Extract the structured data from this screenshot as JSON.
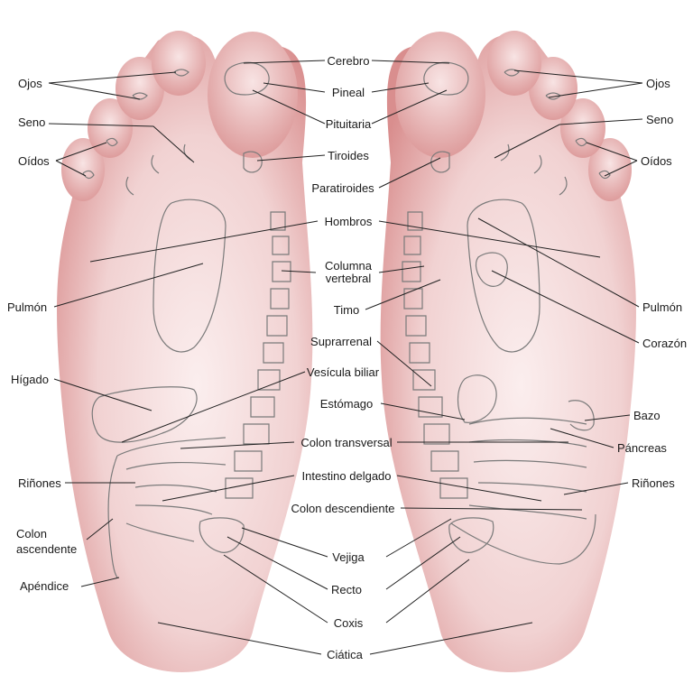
{
  "labels": {
    "cerebro": "Cerebro",
    "pineal": "Pineal",
    "pituitaria": "Pituitaria",
    "tiroides": "Tiroides",
    "paratiroides": "Paratiroides",
    "hombros": "Hombros",
    "columna_1": "Columna",
    "columna_2": "vertebral",
    "timo": "Timo",
    "suprarrenal": "Suprarrenal",
    "vesicula": "Vesícula biliar",
    "estomago": "Estómago",
    "colon_transversal": "Colon transversal",
    "intestino": "Intestino delgado",
    "colon_descendiente": "Colon descendiente",
    "vejiga": "Vejiga",
    "recto": "Recto",
    "coxis": "Coxis",
    "ciatica": "Ciática",
    "ojos_l": "Ojos",
    "seno_l": "Seno",
    "oidos_l": "Oídos",
    "pulmon_l": "Pulmón",
    "higado": "Hígado",
    "rinones_l": "Riñones",
    "colon_asc_1": "Colon",
    "colon_asc_2": "ascendente",
    "apendice": "Apéndice",
    "ojos_r": "Ojos",
    "seno_r": "Seno",
    "oidos_r": "Oídos",
    "pulmon_r": "Pulmón",
    "corazon": "Corazón",
    "bazo": "Bazo",
    "pancreas": "Páncreas",
    "rinones_r": "Riñones"
  },
  "colors": {
    "skin_center": "#f6dede",
    "skin_edge": "#d98c8c",
    "outline": "#7a7a7a",
    "leader": "#222222",
    "text": "#1a1a1a"
  }
}
